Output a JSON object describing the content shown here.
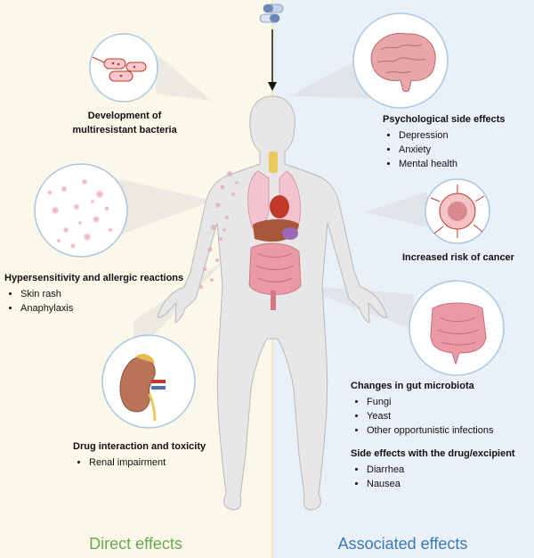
{
  "bacteria": {
    "title_line1": "Development of",
    "title_line2": "multiresistant bacteria"
  },
  "psych": {
    "title": "Psychological side effects",
    "items": [
      "Depression",
      "Anxiety",
      "Mental health"
    ]
  },
  "cancer": {
    "title": "Increased risk of cancer"
  },
  "allergy": {
    "title": "Hypersensitivity and allergic reactions",
    "items": [
      "Skin rash",
      "Anaphylaxis"
    ]
  },
  "gut": {
    "title": "Changes in gut microbiota",
    "items": [
      "Fungi",
      "Yeast",
      "Other opportunistic infections"
    ]
  },
  "drug": {
    "title": "Drug interaction and toxicity",
    "items": [
      "Renal impairment"
    ]
  },
  "excipient": {
    "title": "Side effects with the drug/excipient",
    "items": [
      "Diarrhea",
      "Nausea"
    ]
  },
  "footer": {
    "left": "Direct effects",
    "right": "Associated  effects"
  },
  "colors": {
    "direct": "#6aa84f",
    "associated": "#3c78b4",
    "left_bg": "#fbf8ea",
    "right_bg": "#e9f0f8"
  }
}
